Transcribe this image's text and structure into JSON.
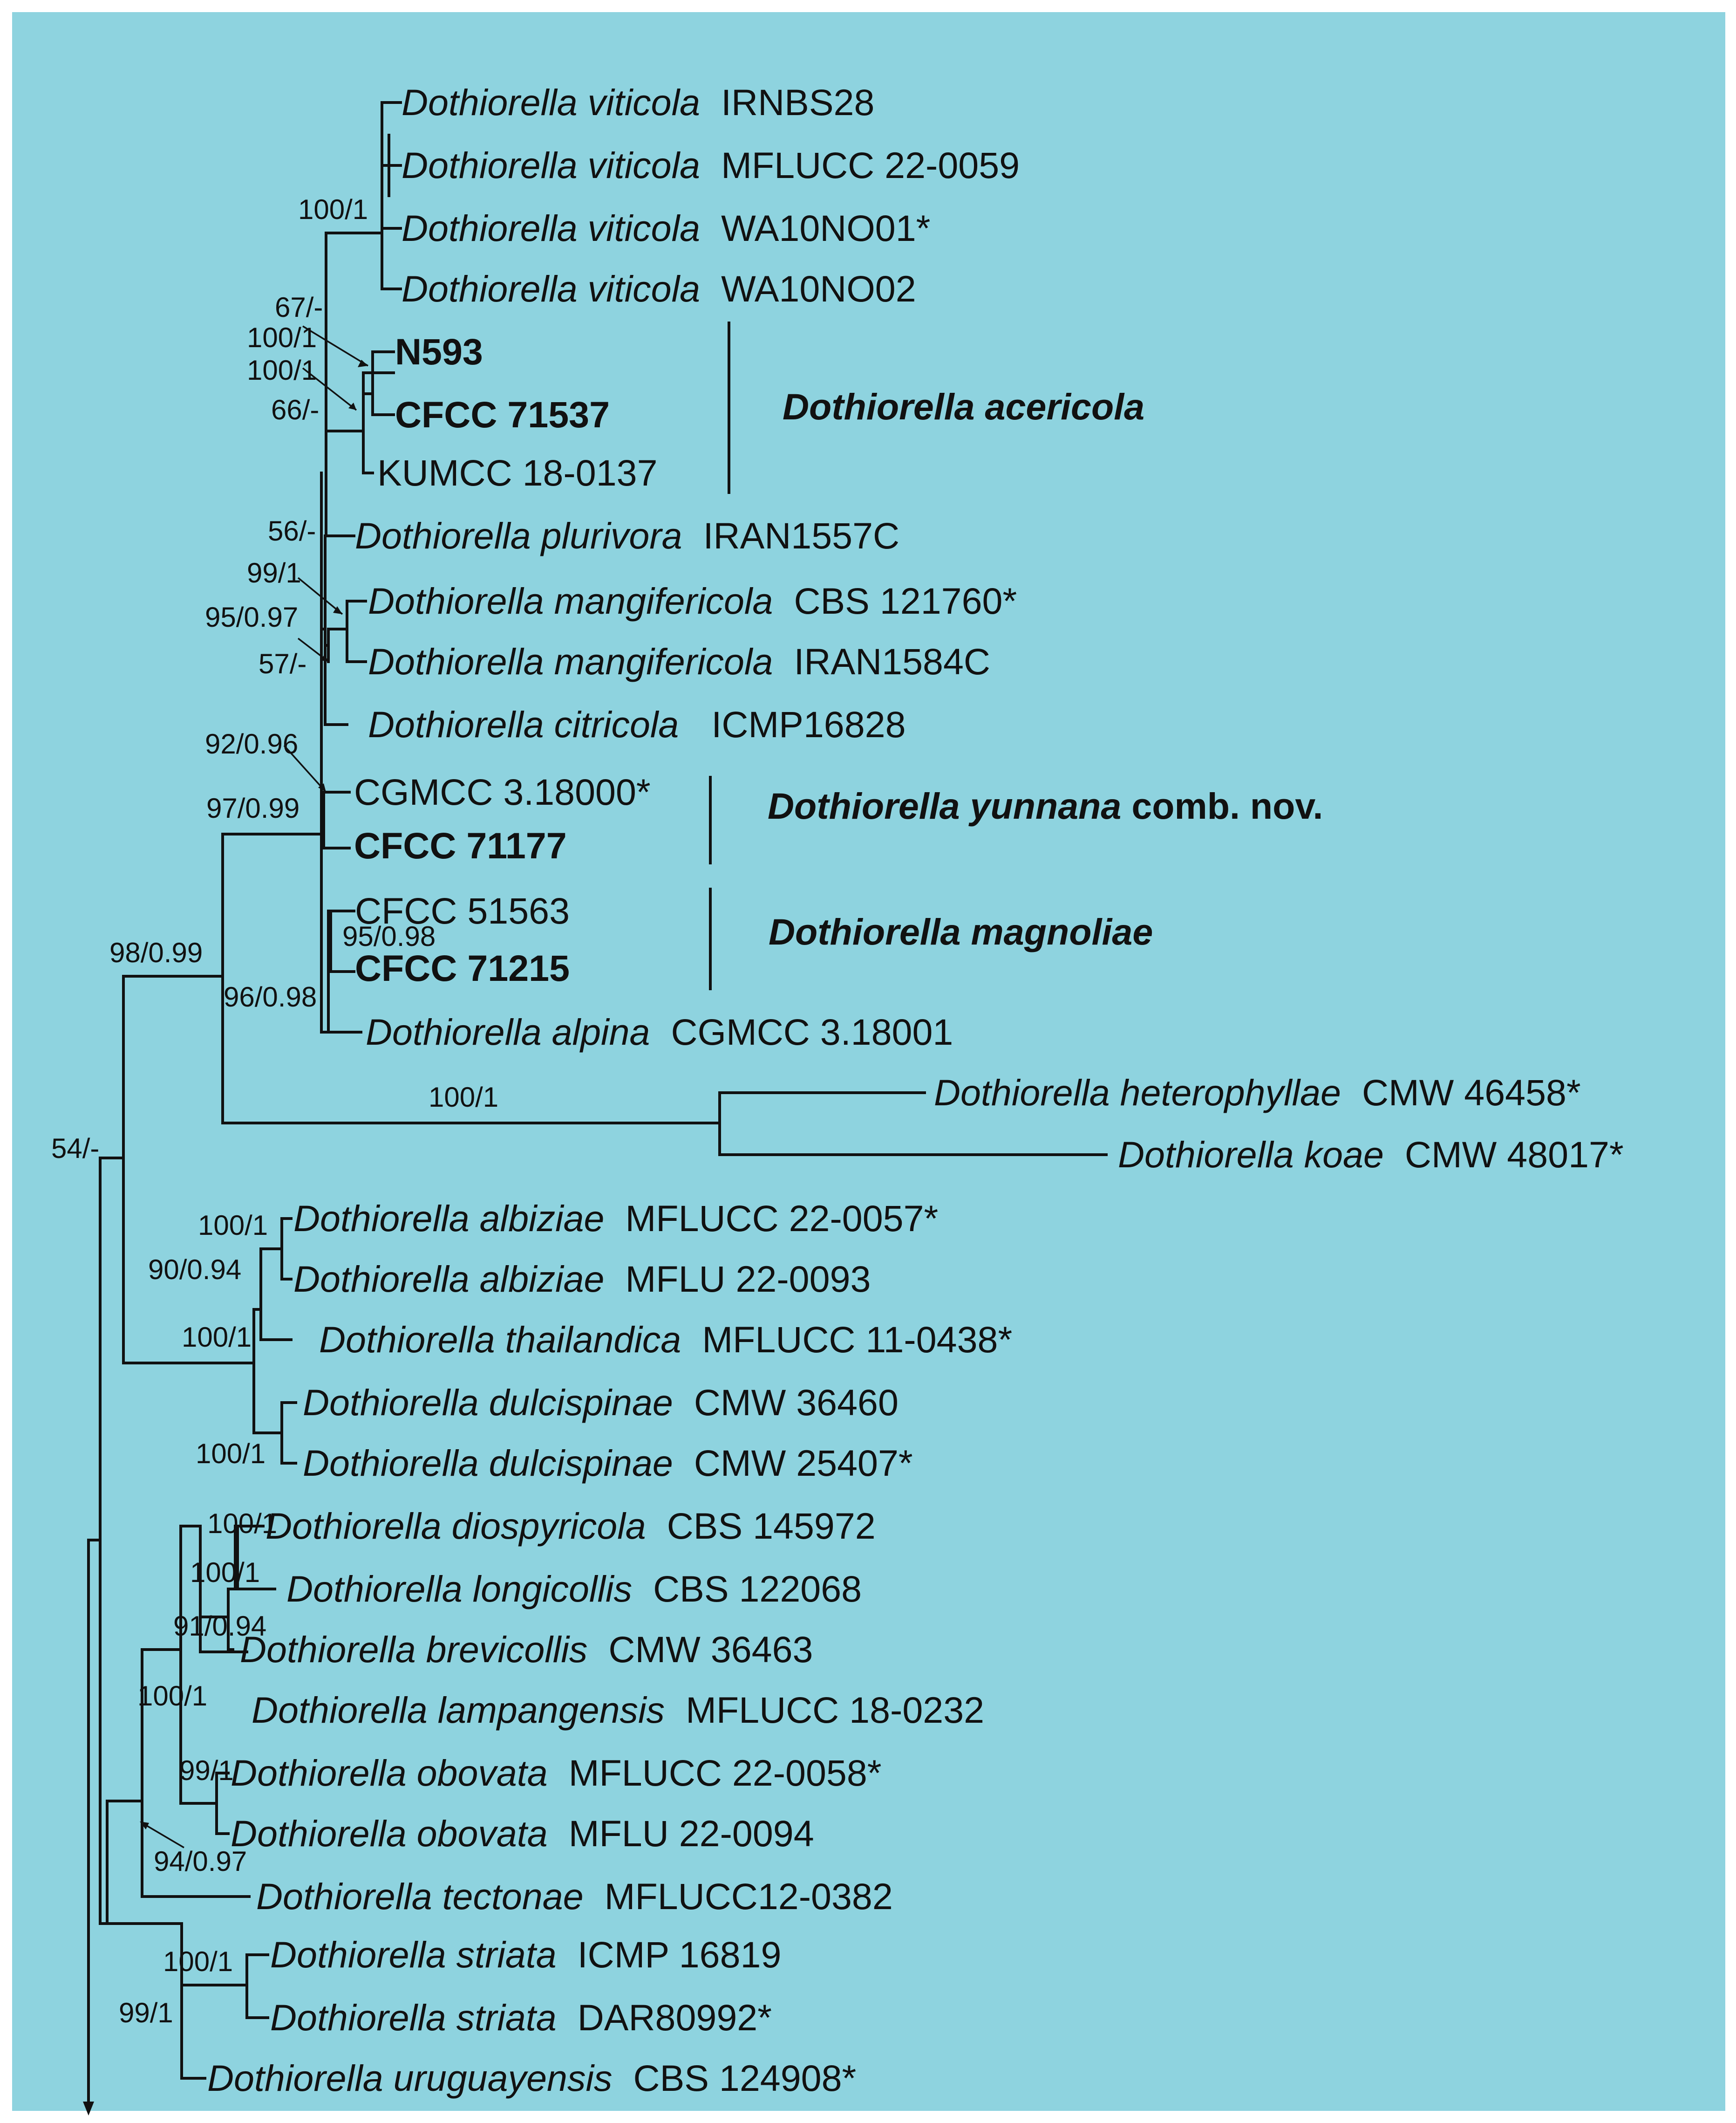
{
  "background_color": "#8ed3df",
  "line_color": "#111111",
  "taxa": [
    {
      "genus": "Dothiorella viticola",
      "strain": "IRNBS28",
      "bold": false
    },
    {
      "genus": "Dothiorella viticola",
      "strain": "MFLUCC 22-0059",
      "bold": false
    },
    {
      "genus": "Dothiorella viticola",
      "strain": "WA10NO01*",
      "bold": false
    },
    {
      "genus": "Dothiorella viticola",
      "strain": "WA10NO02",
      "bold": false
    },
    {
      "genus": "",
      "strain": "N593",
      "bold": true
    },
    {
      "genus": "",
      "strain": "CFCC 71537",
      "bold": true
    },
    {
      "genus": "",
      "strain": "KUMCC 18-0137",
      "bold": false
    },
    {
      "genus": "Dothiorella plurivora",
      "strain": "IRAN1557C",
      "bold": false
    },
    {
      "genus": "Dothiorella mangifericola",
      "strain": "CBS 121760*",
      "bold": false
    },
    {
      "genus": "Dothiorella mangifericola",
      "strain": "IRAN1584C",
      "bold": false
    },
    {
      "genus": "Dothiorella citricola",
      "strain": "ICMP16828",
      "bold": false
    },
    {
      "genus": "",
      "strain": "CGMCC 3.18000*",
      "bold": false
    },
    {
      "genus": "",
      "strain": "CFCC 71177",
      "bold": true
    },
    {
      "genus": "",
      "strain": "CFCC 51563",
      "bold": false
    },
    {
      "genus": "",
      "strain": "CFCC 71215",
      "bold": true
    },
    {
      "genus": "Dothiorella alpina",
      "strain": "CGMCC 3.18001",
      "bold": false
    },
    {
      "genus": "Dothiorella heterophyllae",
      "strain": "CMW 46458*",
      "bold": false
    },
    {
      "genus": "Dothiorella koae",
      "strain": "CMW 48017*",
      "bold": false
    },
    {
      "genus": "Dothiorella albiziae",
      "strain": "MFLUCC 22-0057*",
      "bold": false
    },
    {
      "genus": "Dothiorella albiziae",
      "strain": "MFLU 22-0093",
      "bold": false
    },
    {
      "genus": "Dothiorella thailandica",
      "strain": "MFLUCC 11-0438*",
      "bold": false
    },
    {
      "genus": "Dothiorella dulcispinae",
      "strain": "CMW 36460",
      "bold": false
    },
    {
      "genus": "Dothiorella dulcispinae",
      "strain": "CMW 25407*",
      "bold": false
    },
    {
      "genus": "Dothiorella diospyricola",
      "strain": "CBS 145972",
      "bold": false
    },
    {
      "genus": "Dothiorella longicollis",
      "strain": "CBS 122068",
      "bold": false
    },
    {
      "genus": "Dothiorella brevicollis",
      "strain": "CMW 36463",
      "bold": false
    },
    {
      "genus": "Dothiorella lampangensis",
      "strain": "MFLUCC 18-0232",
      "bold": false
    },
    {
      "genus": "Dothiorella obovata",
      "strain": "MFLUCC 22-0058*",
      "bold": false
    },
    {
      "genus": "Dothiorella obovata",
      "strain": "MFLU 22-0094",
      "bold": false
    },
    {
      "genus": "Dothiorella tectonae",
      "strain": "MFLUCC12-0382",
      "bold": false
    },
    {
      "genus": "Dothiorella striata",
      "strain": "ICMP 16819",
      "bold": false
    },
    {
      "genus": "Dothiorella striata",
      "strain": "DAR80992*",
      "bold": false
    },
    {
      "genus": "Dothiorella uruguayensis",
      "strain": "CBS 124908*",
      "bold": false
    }
  ],
  "supports": [
    "100/1",
    "67/-",
    "100/1",
    "100/1",
    "66/-",
    "56/-",
    "99/1",
    "95/0.97",
    "57/-",
    "92/0.96",
    "97/0.99",
    "98/0.99",
    "95/0.98",
    "96/0.98",
    "100/1",
    "54/-",
    "100/1",
    "90/0.94",
    "100/1",
    "100/1",
    "100/1",
    "100/1",
    "91/0.94",
    "100/1",
    "99/1",
    "94/0.97",
    "100/1",
    "99/1"
  ],
  "clades": [
    {
      "name_italic": "Dothiorella acericola",
      "suffix": ""
    },
    {
      "name_italic": "Dothiorella yunnana",
      "suffix": " comb. nov."
    },
    {
      "name_italic": "Dothiorella magnoliae",
      "suffix": ""
    }
  ]
}
